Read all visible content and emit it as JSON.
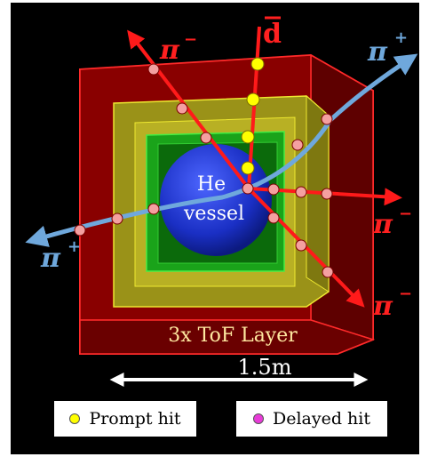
{
  "labels": {
    "he_line1": "He",
    "he_line2": "vessel",
    "tof": "3x ToF Layer",
    "scale": "1.5m",
    "pi_minus": "π",
    "minus_sup": "−",
    "pi_plus": "π",
    "plus_sup": "+",
    "dbar": "d"
  },
  "legend": {
    "prompt": "Prompt hit",
    "delayed": "Delayed hit"
  },
  "colors": {
    "background": "#000000",
    "outer_layer": "#8b0000",
    "middle_layer": "#c8c020",
    "inner_layer": "#138a13",
    "he_vessel": "#1a2fc4",
    "pion_minus_track": "#ff1a1a",
    "pion_plus_track": "#6fa8dc",
    "dbar_track": "#ff1a1a",
    "prompt_hit": "#ffff00",
    "delayed_hit": "#e83bd8",
    "track_hit": "#f4a0a0"
  }
}
